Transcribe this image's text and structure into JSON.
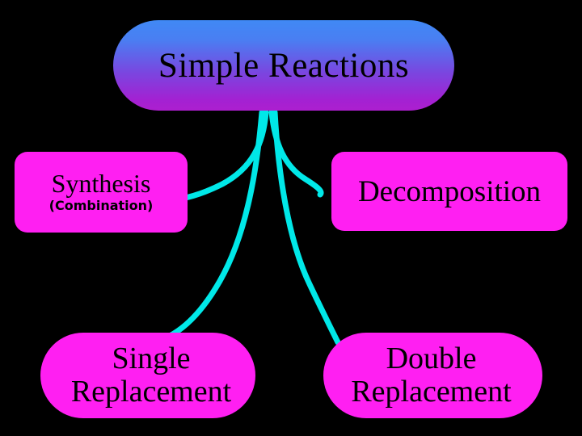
{
  "diagram": {
    "type": "concept-map",
    "background_color": "#000000",
    "connector_color": "#00e8e8",
    "node_fill_color": "#ff1ff2",
    "title_gradient_from": "#4089f5",
    "title_gradient_to": "#ad1fcf",
    "text_color": "#000000"
  },
  "title": {
    "label": "Simple Reactions"
  },
  "nodes": {
    "synthesis": {
      "label": "Synthesis",
      "sublabel": "(Combination)"
    },
    "decomposition": {
      "label": "Decomposition"
    },
    "single_replacement": {
      "line1": "Single",
      "line2": "Replacement"
    },
    "double_replacement": {
      "line1": "Double",
      "line2": "Replacement"
    }
  },
  "connectors": [
    {
      "name": "title-to-synthesis",
      "from": "title",
      "to": "synthesis"
    },
    {
      "name": "title-to-decomposition",
      "from": "title",
      "to": "decomposition"
    },
    {
      "name": "title-to-single-replacement",
      "from": "title",
      "to": "single_replacement"
    },
    {
      "name": "title-to-double-replacement",
      "from": "title",
      "to": "double_replacement"
    }
  ]
}
